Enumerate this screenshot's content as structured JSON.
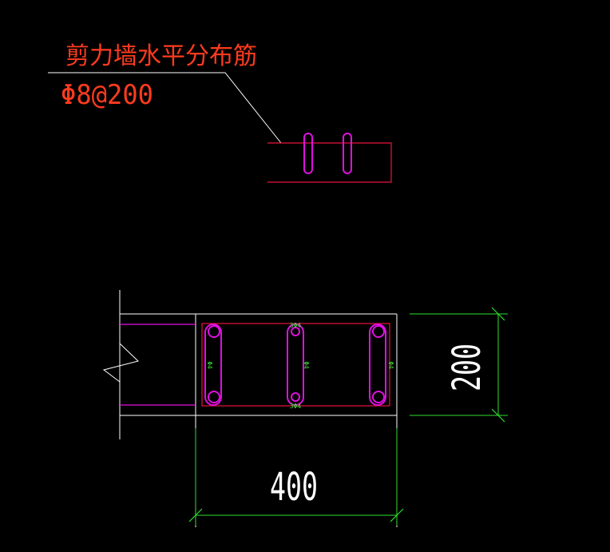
{
  "annotation": {
    "title": "剪力墙水平分布筋",
    "spec": "Φ8@200"
  },
  "section": {
    "rebar_labels": {
      "top": "3Φ4",
      "bottom": "3Φ4",
      "left": "Φ4",
      "middle": "Φ4",
      "right": "Φ4"
    }
  },
  "dimensions": {
    "width": "400",
    "height": "200"
  },
  "colors": {
    "background": "#000000",
    "annotation_text": "#ff3b1e",
    "leader": "#ffffff",
    "outline": "#ffffff",
    "stirrup": "#e8143c",
    "rebar": "#e010e0",
    "rebar_label": "#38e038",
    "dimension": "#2fe02f",
    "dimension_text": "#ffffff"
  }
}
